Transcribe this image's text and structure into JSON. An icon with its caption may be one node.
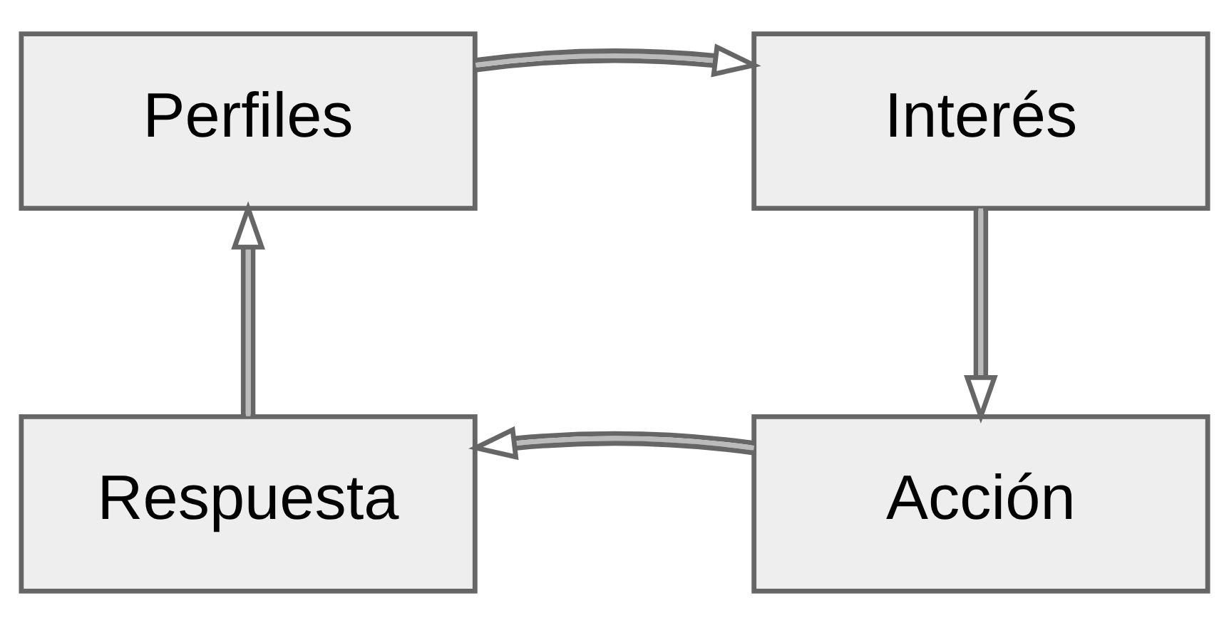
{
  "diagram": {
    "nodes": [
      {
        "text": [
          "Perfiles"
        ]
      },
      {
        "text": [
          "Interés"
        ]
      },
      {
        "text": [
          "Acción"
        ]
      },
      {
        "text": [
          "Respuesta"
        ]
      }
    ],
    "edges": [
      {
        "from": 0,
        "to": 1,
        "arrow": "to"
      },
      {
        "from": 1,
        "to": 2,
        "arrow": "to"
      },
      {
        "from": 2,
        "to": 3,
        "arrow": "to"
      },
      {
        "from": 3,
        "to": 0,
        "arrow": "to"
      }
    ]
  }
}
